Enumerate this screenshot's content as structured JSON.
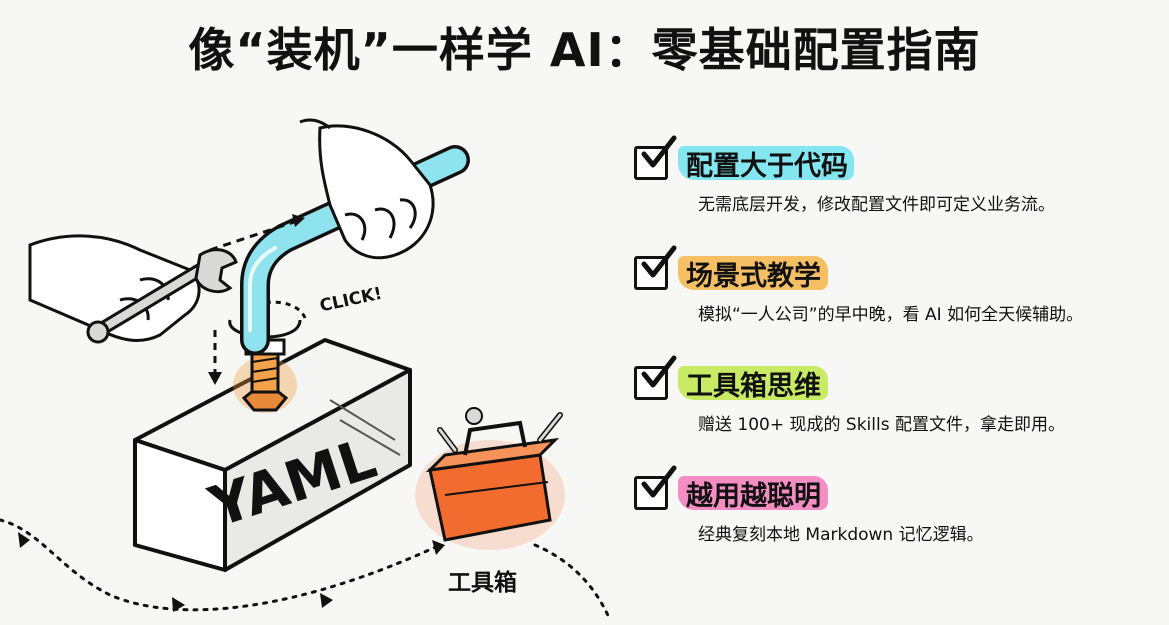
{
  "title": "像“装机”一样学 AI：零基础配置指南",
  "features": [
    {
      "name": "配置大于代码",
      "desc": "无需底层开发，修改配置文件即可定义业务流。",
      "color": "#6ee3ef"
    },
    {
      "name": "场景式教学",
      "desc": "模拟“一人公司”的早中晚，看 AI 如何全天候辅助。",
      "color": "#f7b54a"
    },
    {
      "name": "工具箱思维",
      "desc": "赠送 100+ 现成的 Skills 配置文件，拿走即用。",
      "color": "#bfe84a"
    },
    {
      "name": "越用越聪明",
      "desc": "经典复刻本地 Markdown 记忆逻辑。",
      "color": "#f27ab8"
    }
  ],
  "illustration": {
    "block_label": "YAML",
    "click_label": "CLICK!",
    "toolbox_label": "工具箱"
  },
  "colors": {
    "wrench": "#8fe3ee",
    "bolt": "#f29a3a",
    "toolbox": "#f26b2f"
  }
}
